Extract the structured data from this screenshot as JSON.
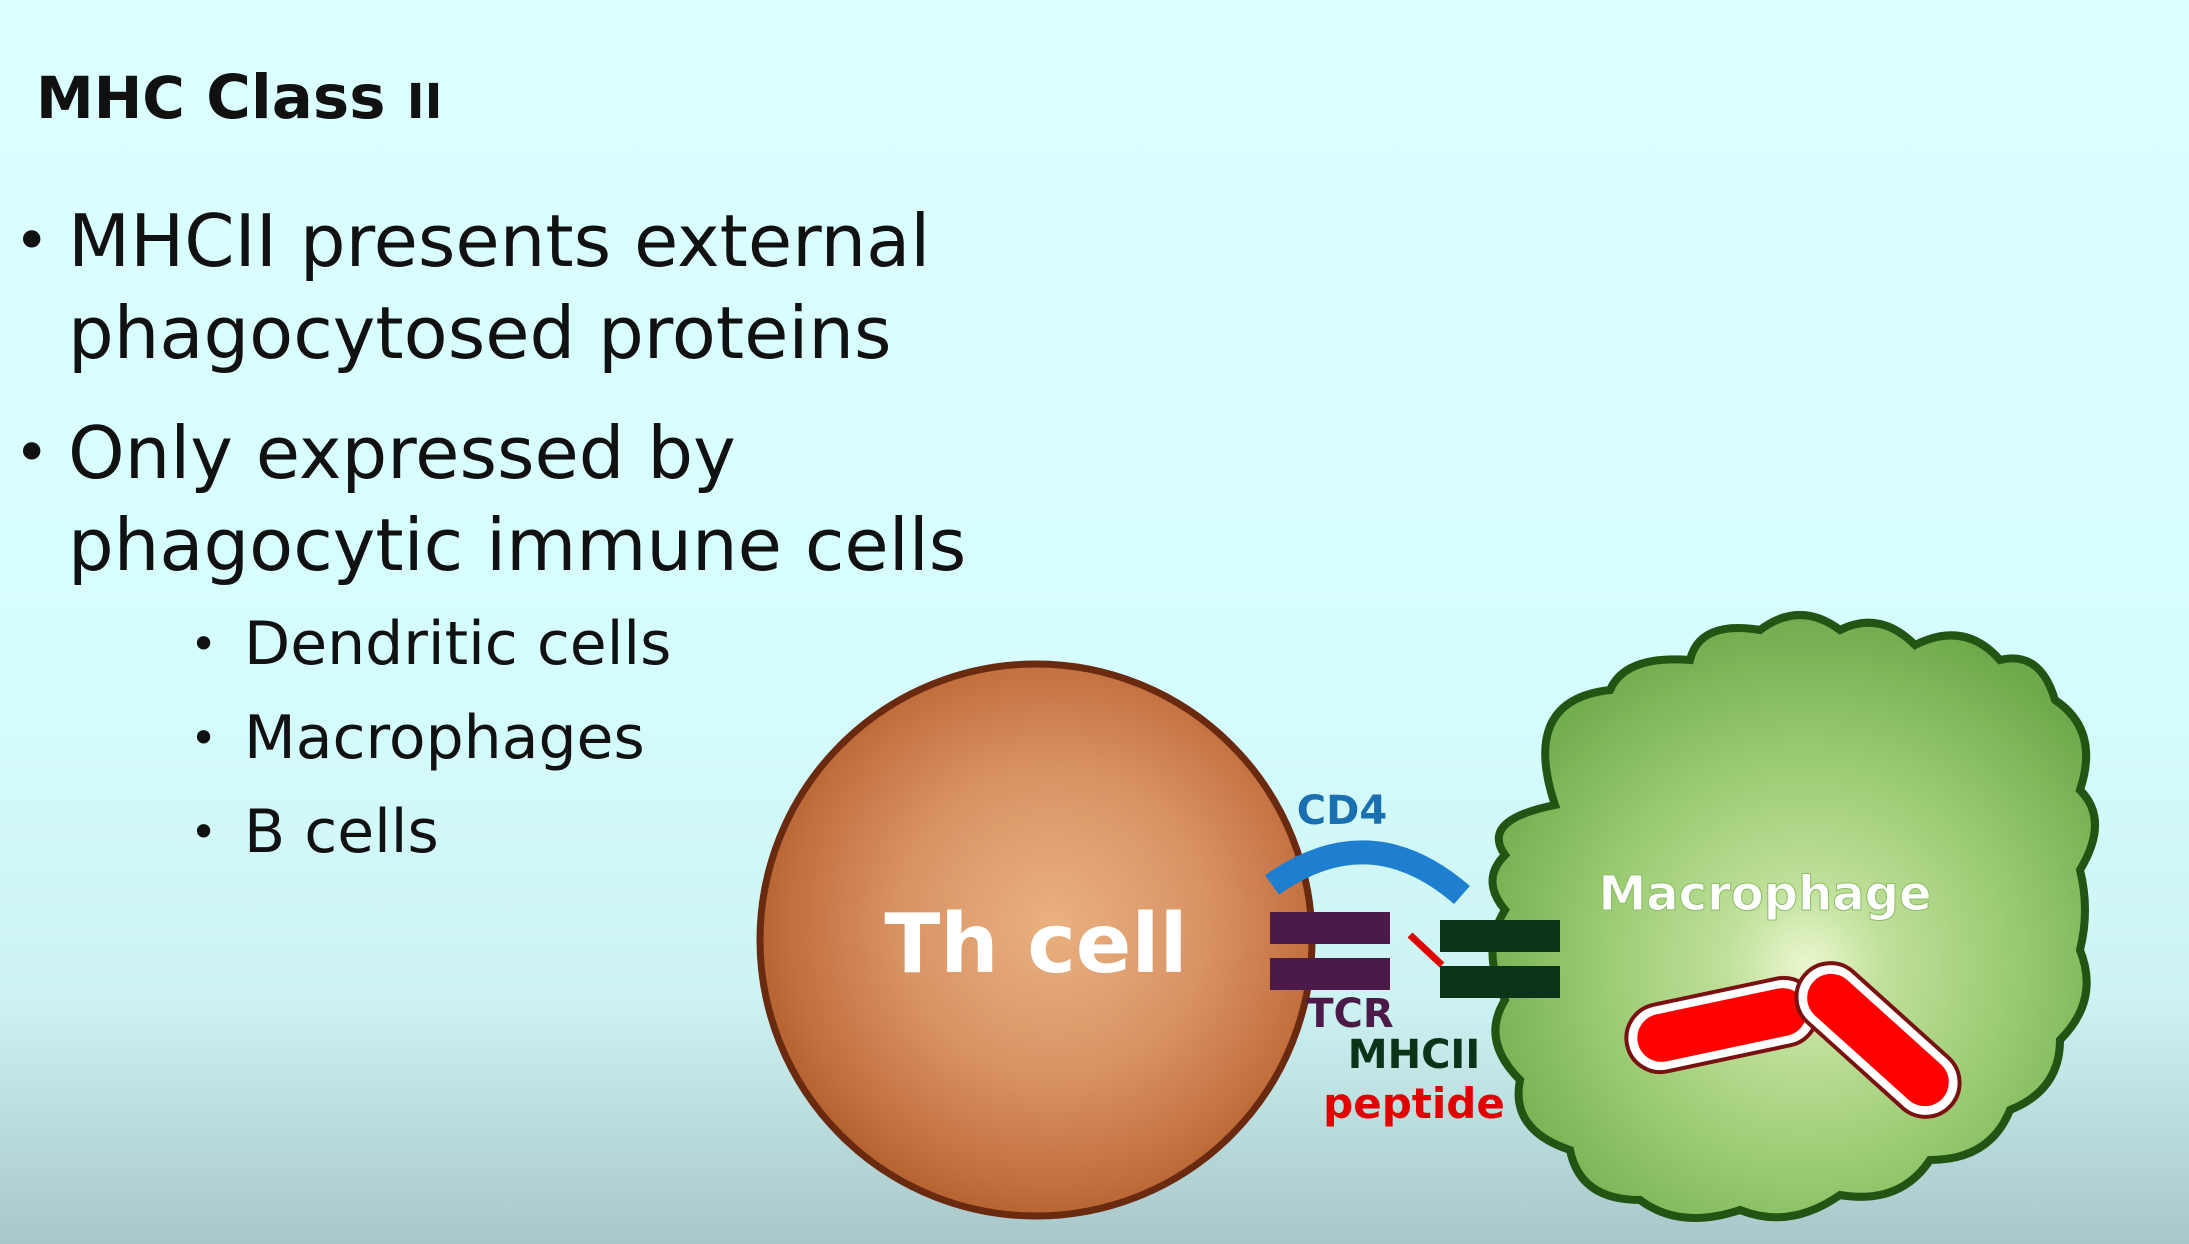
{
  "title": {
    "part1": "MHC",
    "part2": "Class",
    "part3": "II"
  },
  "bullets": [
    {
      "lines": [
        "MHCII presents external",
        "phagocytosed proteins"
      ]
    },
    {
      "lines": [
        "Only expressed by",
        "phagocytic immune cells"
      ],
      "sub": [
        "Dendritic cells",
        "Macrophages",
        "B cells"
      ]
    }
  ],
  "bullet_glyph": "•",
  "diagram": {
    "th_cell_label": "Th cell",
    "cd4_label": "CD4",
    "tcr_label": "TCR",
    "mhcii_label": "MHCII",
    "peptide_label": "peptide",
    "macrophage_label": "Macrophage",
    "colors": {
      "th_cell": "#c8743f",
      "cd4": "#1e7fd0",
      "tcr": "#4b1a48",
      "mhcii": "#0c3318",
      "peptide": "#e00000",
      "macrophage": "#8cc063",
      "bacteria": "#ff0000"
    }
  }
}
